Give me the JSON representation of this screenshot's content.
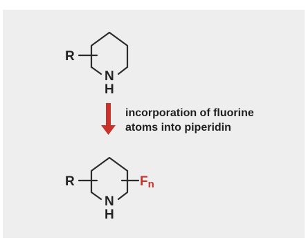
{
  "reactant": {
    "substituent_label": "R",
    "heteroatom_label": "N",
    "hydrogen_label": "H"
  },
  "arrow": {
    "color": "#c8322a"
  },
  "transformation": {
    "line1": "incorporation of fluorine",
    "line2": "atoms into piperidin"
  },
  "product": {
    "substituent_label": "R",
    "heteroatom_label": "N",
    "hydrogen_label": "H",
    "fluorine_label": "F",
    "fluorine_count_label": "n",
    "fluorine_color": "#c8322a"
  }
}
